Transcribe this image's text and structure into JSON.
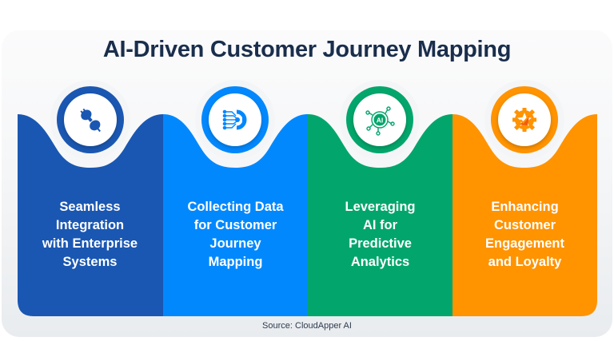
{
  "title": "AI-Driven Customer Journey Mapping",
  "source": "Source: CloudApper AI",
  "colors": {
    "title": "#1a2e4c",
    "stage1": "#1a57b2",
    "stage2": "#0288fd",
    "stage3": "#02a66c",
    "stage4": "#ff9300",
    "accent_red": "#f25a14"
  },
  "stages": [
    {
      "icon": "plug-connector-icon",
      "lines": [
        "Seamless",
        "Integration",
        "with Enterprise",
        "Systems"
      ]
    },
    {
      "icon": "data-gear-icon",
      "lines": [
        "Collecting Data",
        "for Customer",
        "Journey",
        "Mapping"
      ]
    },
    {
      "icon": "ai-network-icon",
      "icon_label": "AI",
      "lines": [
        "Leveraging",
        "AI for",
        "Predictive",
        "Analytics"
      ]
    },
    {
      "icon": "loyalty-badge-icon",
      "lines": [
        "Enhancing",
        "Customer",
        "Engagement",
        "and Loyalty"
      ]
    }
  ]
}
